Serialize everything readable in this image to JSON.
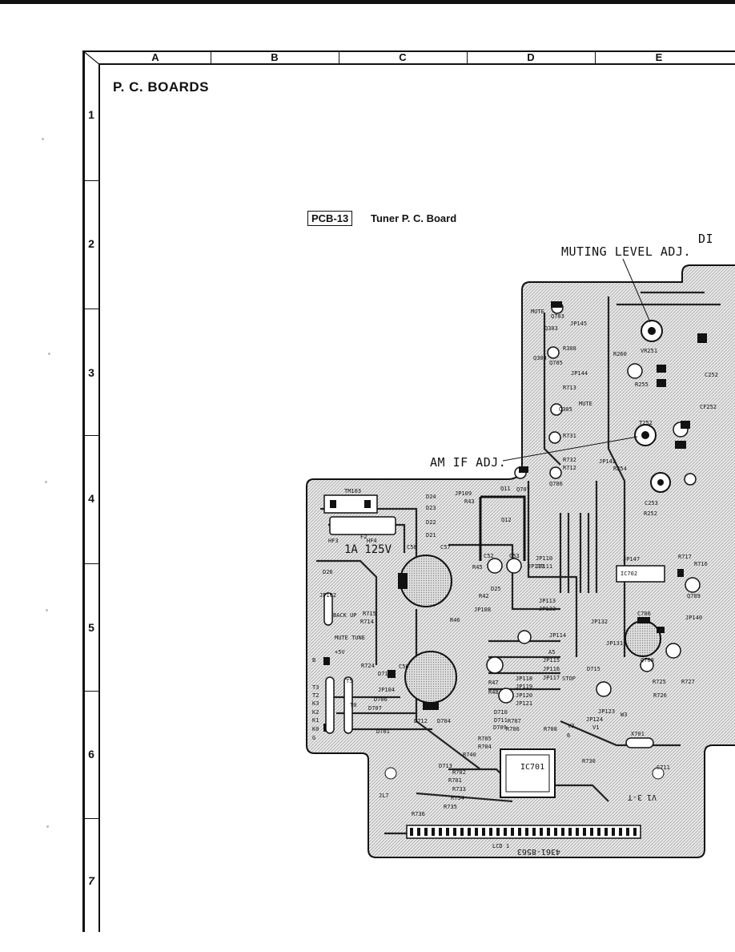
{
  "page": {
    "heading": "P. C. BOARDS",
    "columns": [
      "A",
      "B",
      "C",
      "D",
      "E"
    ],
    "rows": [
      "1",
      "2",
      "3",
      "4",
      "5",
      "6",
      "7"
    ]
  },
  "board": {
    "badge": "PCB-13",
    "title": "Tuner P. C. Board",
    "callouts": {
      "muting": "MUTING LEVEL ADJ.",
      "am_if": "AM IF ADJ.",
      "cut_off": "DI"
    },
    "labels": {
      "tm103": "TM103",
      "fuse_rating": "1A 125V",
      "fuse": "F2",
      "hf": "HF3",
      "hf4": "HF4",
      "ic701": "IC701",
      "ic702": "IC702",
      "lcd": "LCD 1",
      "part_code_mirrored": "4361-8563",
      "stamp_mirrored": "V1 3-T",
      "jl7": "JL7",
      "mute": "MUTE",
      "mute2": "MUTE",
      "back_up": "BACK UP",
      "mute_tune": "MUTE TUNE",
      "plus5v": "+5V",
      "stop": "STOP",
      "q703": "Q703",
      "q707": "Q707",
      "q706": "Q706",
      "q705": "Q705",
      "q708": "Q708",
      "q709": "Q709",
      "x701": "X701",
      "c711": "C711",
      "c706": "C706",
      "c252": "C252",
      "c253": "C253",
      "c52": "C52",
      "c53": "C53",
      "c56": "C56",
      "c57": "C57",
      "c58": "C58",
      "cf252": "CF252",
      "t252": "T252",
      "vr251": "VR251",
      "r260": "R260",
      "r255": "R255",
      "r252": "R252",
      "r254": "R254",
      "r724": "R724",
      "r726": "R726",
      "r725": "R725",
      "r727": "R727",
      "r740": "R740",
      "r733": "R733",
      "r734": "R734",
      "r735": "R735",
      "r736": "R736",
      "r702": "R702",
      "r701": "R701",
      "r704": "R704",
      "r705": "R705",
      "r706": "R706",
      "r707": "R707",
      "r708": "R708",
      "r730": "R730",
      "r731": "R731",
      "r732": "R732",
      "r712": "R712",
      "r713": "R713",
      "r714": "R714",
      "r715": "R715",
      "r716": "R716",
      "r717": "R717",
      "r42": "R42",
      "r46": "R46",
      "r45": "R45",
      "r47": "R47",
      "r48": "R48",
      "r43": "R43",
      "r308": "R308",
      "q303": "Q303",
      "q304": "Q304",
      "q305": "Q305",
      "q11": "Q11",
      "q12": "Q12",
      "d21": "D21",
      "d22": "D22",
      "d23": "D23",
      "d24": "D24",
      "d25": "D25",
      "d26": "D26",
      "d701": "D701",
      "d704": "D704",
      "d706": "D706",
      "d707": "D707",
      "d709": "D709",
      "d710": "D710",
      "d711": "D711",
      "d712": "D712",
      "d713": "D713",
      "d714": "D714",
      "d715": "D715",
      "jp102": "JP102",
      "jp104": "JP104",
      "jp108": "JP108",
      "jp109": "JP109",
      "jp110": "JP110",
      "jp111": "JP111",
      "jp112": "JP112",
      "jp113": "JP113",
      "jp114": "JP114",
      "jp115": "JP115",
      "jp116": "JP116",
      "jp117": "JP117",
      "jp118": "JP118",
      "jp119": "JP119",
      "jp120": "JP120",
      "jp121": "JP121",
      "jp123": "JP123",
      "jp124": "JP124",
      "jp131": "JP131",
      "jp132": "JP132",
      "jp133": "JP133",
      "jp140": "JP140",
      "jp142": "JP142",
      "jp144": "JP144",
      "jp145": "JP145",
      "jp147": "JP147",
      "w3": "W3",
      "v2": "V2",
      "v1": "V1",
      "t5": "T5",
      "t0": "T0",
      "t2": "T2",
      "t3": "T3",
      "k0": "K0",
      "k1": "K1",
      "k2": "K2",
      "k3": "K3",
      "g": "G",
      "b": "B",
      "a5": "A5",
      "n6": "6"
    }
  }
}
